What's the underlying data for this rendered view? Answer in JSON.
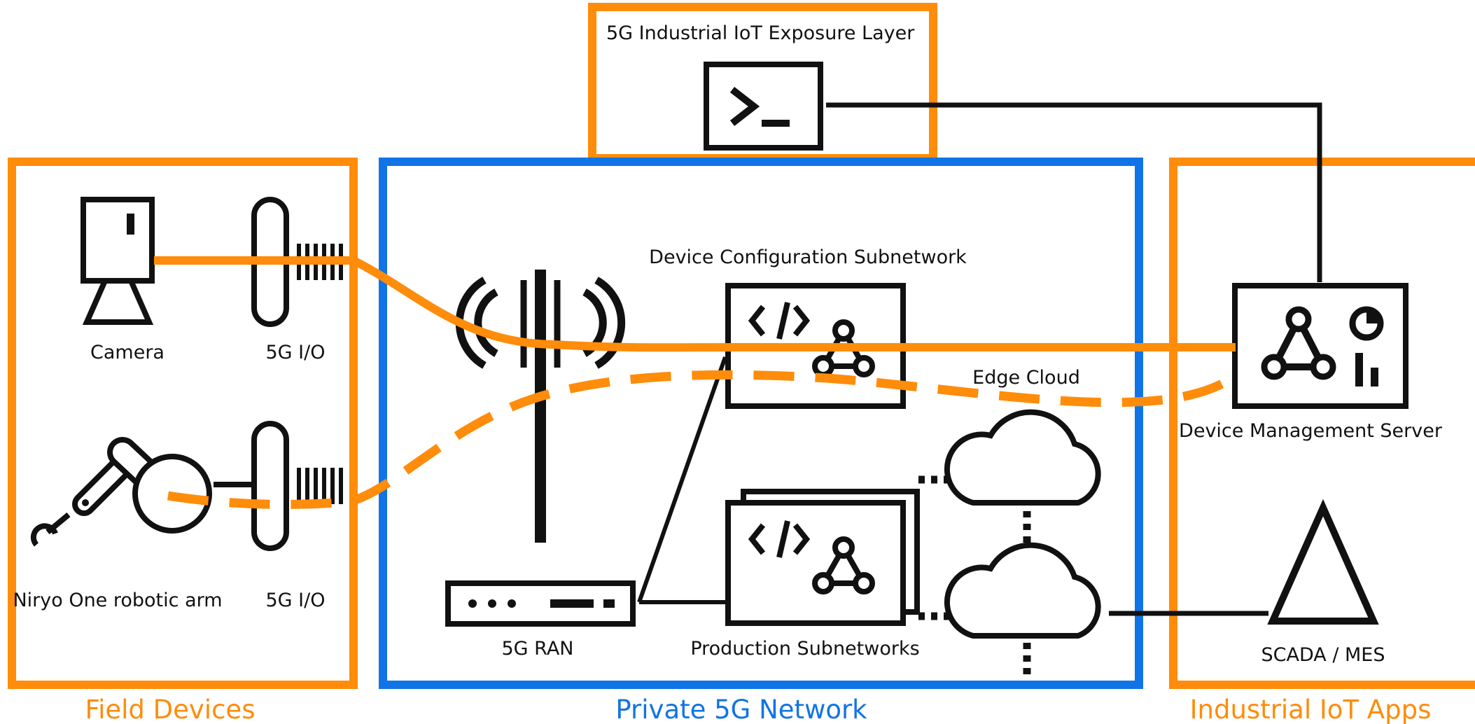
{
  "colors": {
    "orange": "#FF8C0A",
    "blue": "#1174E6",
    "black": "#111111",
    "white": "#FFFFFF"
  },
  "groups": {
    "field_devices": "Field Devices",
    "private_5g": "Private 5G Network",
    "iiot_apps": "Industrial IoT Apps",
    "exposure_layer": "5G Industrial IoT Exposure Layer"
  },
  "labels": {
    "camera": "Camera",
    "io_top": "5G I/O",
    "robot_arm": "Niryo One robotic arm",
    "io_bottom": "5G I/O",
    "ran": "5G RAN",
    "config_subnet": "Device Configuration Subnetwork",
    "production_subnets": "Production Subnetworks",
    "edge_cloud": "Edge Cloud",
    "dms": "Device Management Server",
    "scada": "SCADA / MES"
  },
  "icons": {
    "camera": "camera-icon",
    "io_device": "5g-io-device-icon",
    "robot_arm": "robot-arm-icon",
    "antenna": "antenna-icon",
    "ran": "radio-unit-icon",
    "subnet": "code-network-icon",
    "cloud": "cloud-icon",
    "dms": "network-dashboard-icon",
    "scada": "triangle-icon",
    "terminal": "terminal-icon"
  }
}
